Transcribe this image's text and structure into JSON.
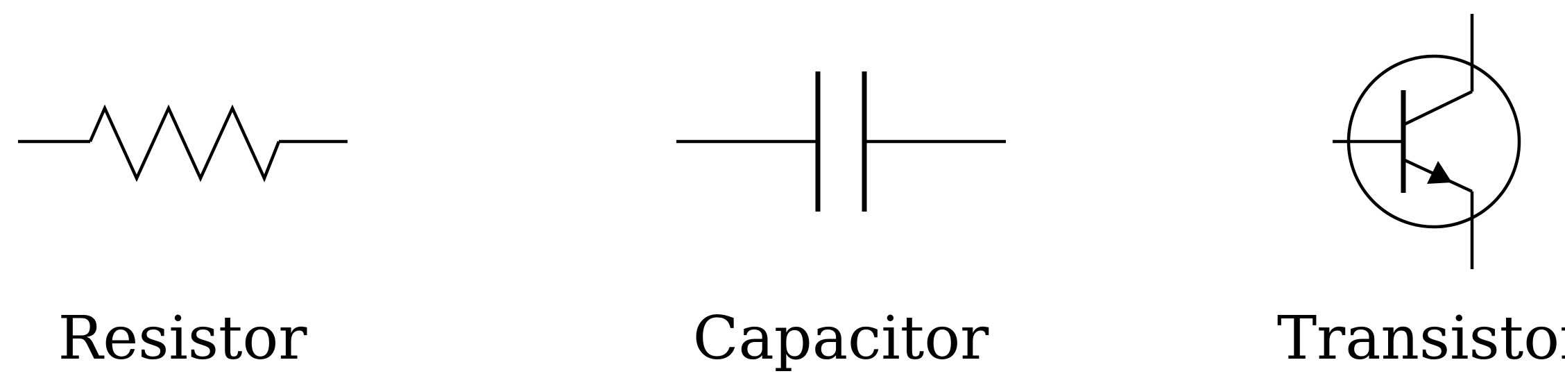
{
  "diagram": {
    "components": [
      {
        "id": "resistor",
        "label": "Resistor"
      },
      {
        "id": "capacitor",
        "label": "Capacitor"
      },
      {
        "id": "transistor",
        "label": "Transistor"
      }
    ]
  },
  "colors": {
    "line": "#000000",
    "background": "#ffffff"
  }
}
